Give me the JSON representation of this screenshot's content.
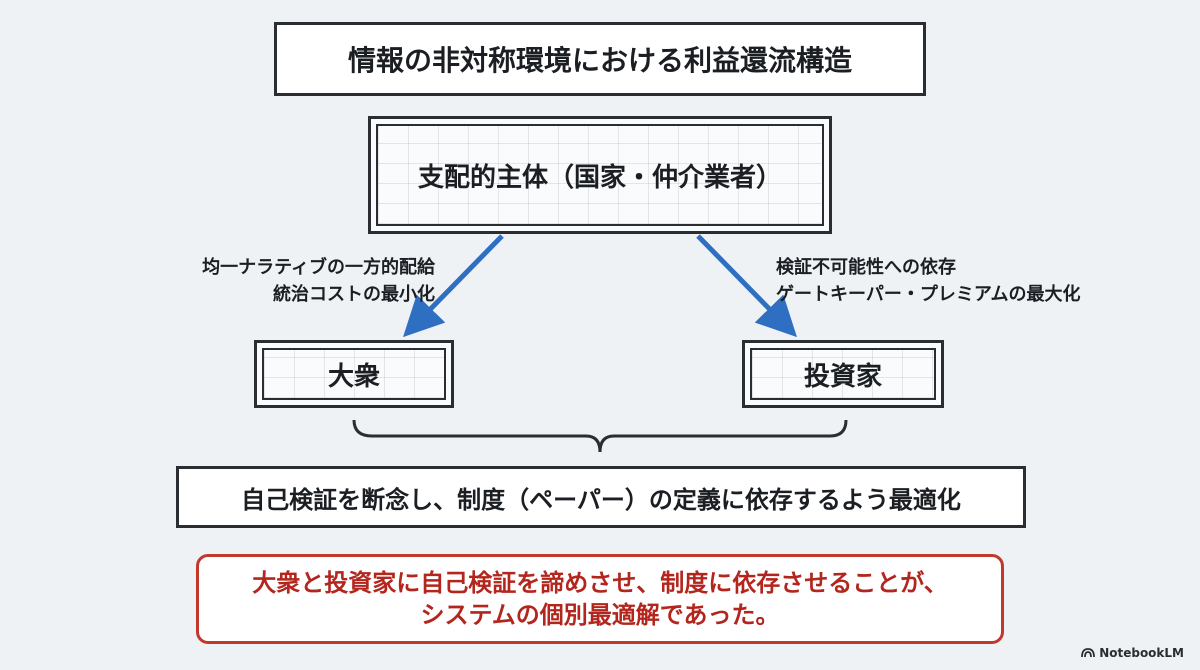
{
  "title": "情報の非対称環境における利益還流構造",
  "nodes": {
    "ruling": "支配的主体（国家・仲介業者）",
    "public": "大衆",
    "investor": "投資家"
  },
  "edges": {
    "left_line1": "均一ナラティブの一方的配給",
    "left_line2": "統治コストの最小化",
    "right_line1": "検証不可能性への依存",
    "right_line2": "ゲートキーパー・プレミアムの最大化"
  },
  "result": "自己検証を断念し、制度（ペーパー）の定義に依存するよう最適化",
  "conclusion": {
    "line1": "大衆と投資家に自己検証を諦めさせ、制度に依存させることが、",
    "line2": "システムの個別最適解であった。"
  },
  "colors": {
    "arrow": "#2f6fc2",
    "conclusion": "#c0392b",
    "background": "#eef2f5"
  },
  "branding": "NotebookLM"
}
